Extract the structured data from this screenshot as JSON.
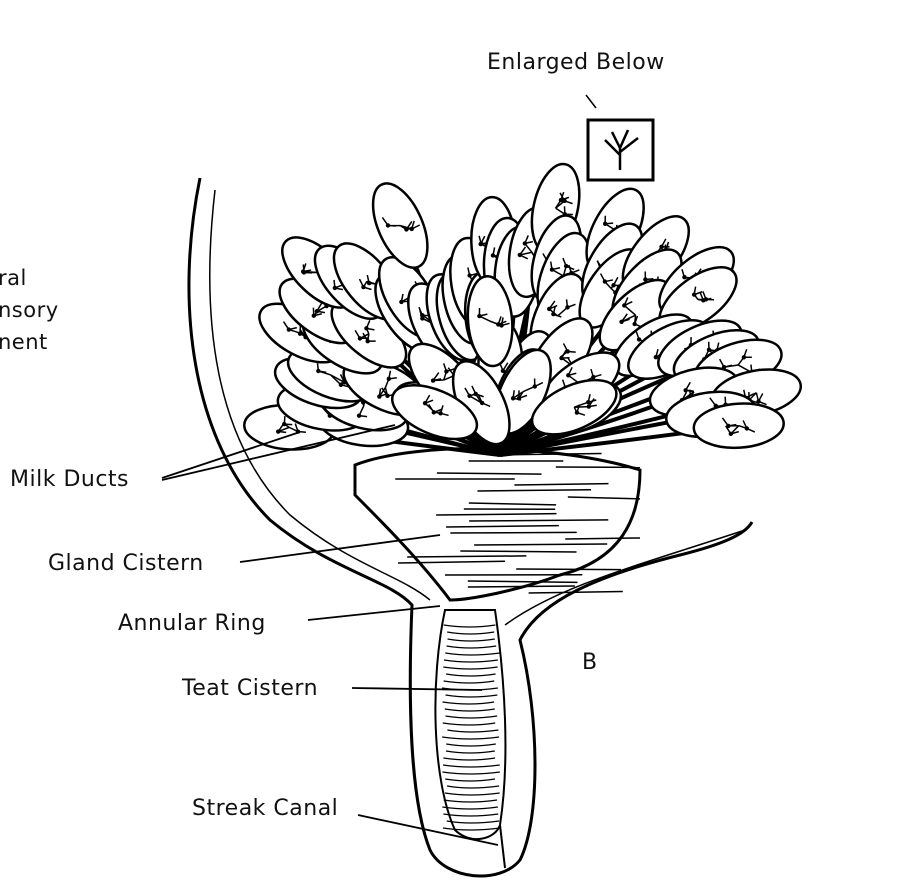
{
  "labels": {
    "enlarged": "Enlarged Below",
    "milk_ducts": "Milk Ducts",
    "gland_cistern": "Gland Cistern",
    "annular_ring": "Annular Ring",
    "teat_cistern": "Teat Cistern",
    "streak_canal": "Streak Canal",
    "panel": "B"
  },
  "side_text": [
    "ral",
    "nsory",
    "nent"
  ]
}
